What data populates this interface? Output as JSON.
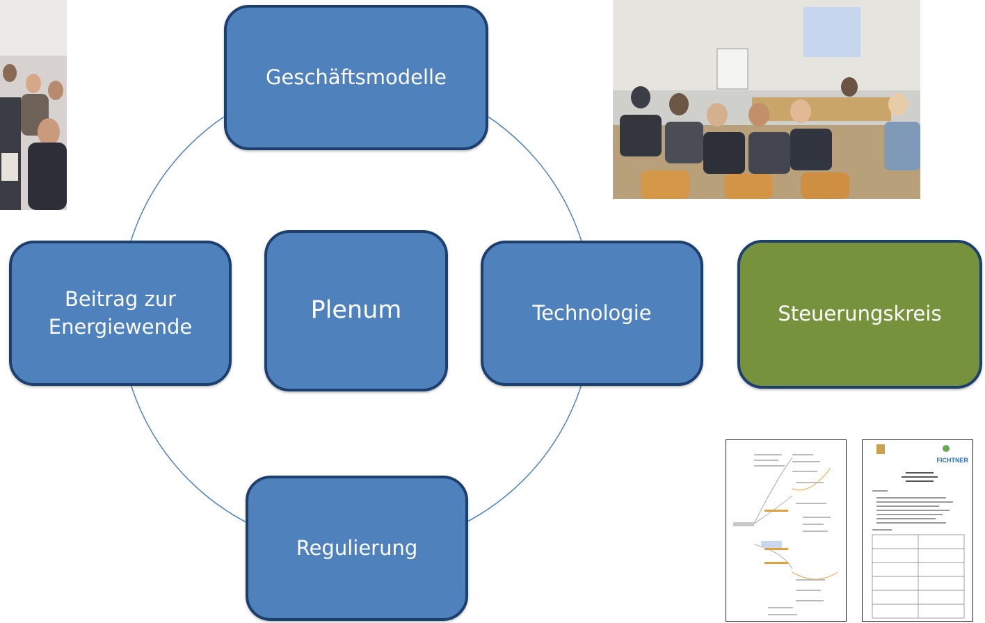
{
  "diagram": {
    "nodes": {
      "top": "Geschäftsmodelle",
      "left": "Beitrag zur\nEnergiewende",
      "center": "Plenum",
      "right": "Technologie",
      "bottom": "Regulierung",
      "steering": "Steuerungskreis"
    }
  },
  "documents": {
    "protocol_logo": "FICHTNER"
  },
  "colors": {
    "node_fill": "#4f81bd",
    "node_border": "#1d3f6e",
    "steering_fill": "#76923c",
    "ring_stroke": "#4f81bd"
  },
  "icons": {
    "photo_left": "meeting-audience-photo",
    "photo_right": "conference-room-photo",
    "doc_left": "mindmap-document-thumbnail",
    "doc_right": "protocol-document-thumbnail"
  }
}
